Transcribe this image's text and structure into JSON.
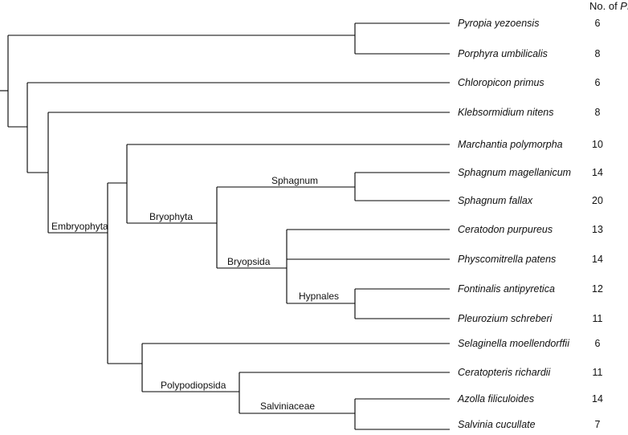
{
  "header": {
    "prefix": "No. of ",
    "emph": "PLDs"
  },
  "taxa": [
    {
      "name": "Pyropia yezoensis",
      "count": "6"
    },
    {
      "name": "Porphyra umbilicalis",
      "count": "8"
    },
    {
      "name": "Chloropicon primus",
      "count": "6"
    },
    {
      "name": "Klebsormidium nitens",
      "count": "8"
    },
    {
      "name": "Marchantia polymorpha",
      "count": "10"
    },
    {
      "name": "Sphagnum magellanicum",
      "count": "14"
    },
    {
      "name": "Sphagnum fallax",
      "count": "20"
    },
    {
      "name": "Ceratodon purpureus",
      "count": "13"
    },
    {
      "name": "Physcomitrella patens",
      "count": "14"
    },
    {
      "name": "Fontinalis antipyretica",
      "count": "12"
    },
    {
      "name": "Pleurozium schreberi",
      "count": "11"
    },
    {
      "name": "Selaginella moellendorffii",
      "count": "6"
    },
    {
      "name": "Ceratopteris richardii",
      "count": "11"
    },
    {
      "name": "Azolla filiculoides",
      "count": "14"
    },
    {
      "name": "Salvinia cucullate",
      "count": "7"
    }
  ],
  "clades": {
    "embryophyta": "Embryophyta",
    "bryophyta": "Bryophyta",
    "sphagnum": "Sphagnum",
    "bryopsida": "Bryopsida",
    "hypnales": "Hypnales",
    "polypodiopsida": "Polypodiopsida",
    "salviniaceae": "Salviniaceae"
  }
}
